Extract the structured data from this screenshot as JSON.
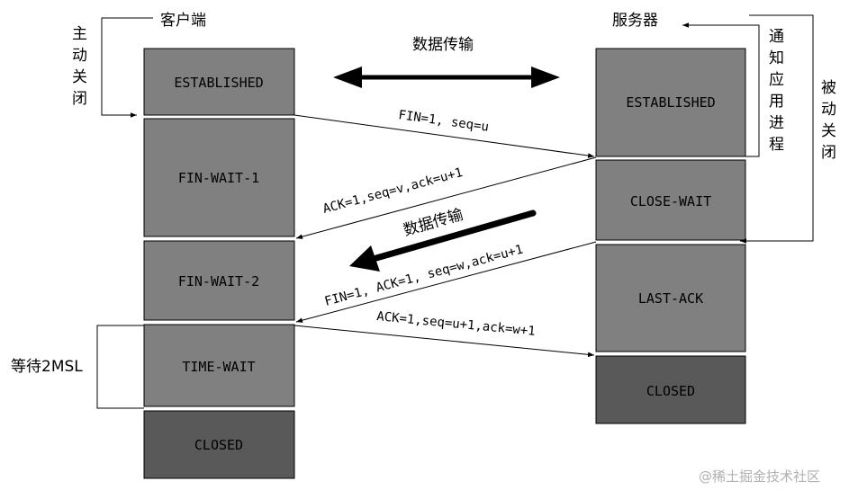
{
  "client": {
    "title": "客户端",
    "states": [
      "ESTABLISHED",
      "FIN-WAIT-1",
      "FIN-WAIT-2",
      "TIME-WAIT",
      "CLOSED"
    ],
    "active_close": [
      "主",
      "动",
      "关",
      "闭"
    ],
    "wait_label": "等待2MSL"
  },
  "server": {
    "title": "服务器",
    "states": [
      "ESTABLISHED",
      "CLOSE-WAIT",
      "LAST-ACK",
      "CLOSED"
    ],
    "notify_app": [
      "通",
      "知",
      "应",
      "用",
      "进",
      "程"
    ],
    "passive_close": [
      "被",
      "动",
      "关",
      "闭"
    ]
  },
  "messages": {
    "data_transfer_top": "数据传输",
    "data_transfer_mid": "数据传输",
    "fin1": "FIN=1, seq=u",
    "ack1": "ACK=1,seq=v,ack=u+1",
    "fin2": "FIN=1, ACK=1, seq=w,ack=u+1",
    "ack2": "ACK=1,seq=u+1,ack=w+1"
  },
  "watermark": "@稀土掘金技术社区",
  "colors": {
    "state_fill": "#808080",
    "closed_fill": "#595959",
    "stroke": "#000000"
  }
}
